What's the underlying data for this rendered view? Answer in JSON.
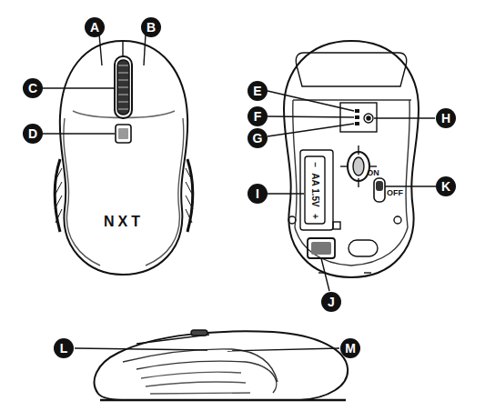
{
  "diagram": {
    "labels": [
      "A",
      "B",
      "C",
      "D",
      "NXT",
      "E",
      "F",
      "G",
      "H",
      "I",
      "–",
      "AA 1.5V",
      "+",
      "ON",
      "OFF",
      "J",
      "K",
      "L",
      "M"
    ]
  }
}
